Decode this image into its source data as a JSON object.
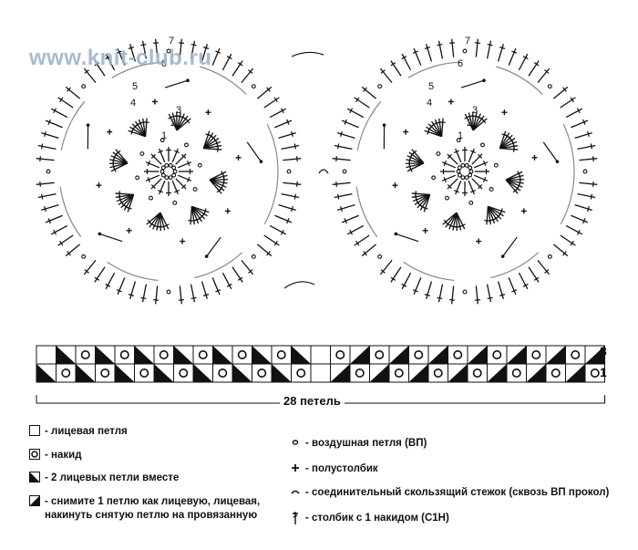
{
  "watermark": "www.knit-club.ru",
  "motif_numbers": [
    "1",
    "2",
    "3",
    "4",
    "5",
    "6",
    "7"
  ],
  "chart": {
    "width_label": "28 петель",
    "row_labels": [
      "3",
      "1"
    ],
    "row3": [
      "k",
      "dec",
      "yo",
      "dec",
      "yo",
      "dec",
      "yo",
      "dec",
      "yo",
      "dec",
      "yo",
      "dec",
      "yo",
      "dec",
      "k",
      "yo",
      "skp",
      "yo",
      "skp",
      "yo",
      "skp",
      "yo",
      "skp",
      "yo",
      "skp",
      "yo",
      "skp",
      "yo",
      "skp"
    ],
    "row1": [
      "dec",
      "yo",
      "dec",
      "yo",
      "dec",
      "yo",
      "dec",
      "yo",
      "dec",
      "yo",
      "dec",
      "yo",
      "dec",
      "yo",
      "k",
      "skp",
      "yo",
      "skp",
      "yo",
      "skp",
      "yo",
      "skp",
      "yo",
      "skp",
      "yo",
      "skp",
      "yo",
      "skp",
      "yo"
    ]
  },
  "legend_left": [
    {
      "symbol": "knit",
      "text": "- лицевая петля"
    },
    {
      "symbol": "yo",
      "text": "- накид"
    },
    {
      "symbol": "dec",
      "text": "- 2 лицевых петли вместе"
    },
    {
      "symbol": "skp",
      "text": "- снимите 1 петлю как лицевую, лицевая,\nнакинуть снятую петлю на провязанную"
    }
  ],
  "legend_right": [
    {
      "symbol": "chain",
      "text": "- воздушная петля (ВП)"
    },
    {
      "symbol": "sc",
      "text": "- полустолбик"
    },
    {
      "symbol": "slip",
      "text": "- соединительный скользящий стежок (сквозь ВП прокол)"
    },
    {
      "symbol": "dc",
      "text": "- столбик с 1 накидом (С1Н)"
    }
  ]
}
